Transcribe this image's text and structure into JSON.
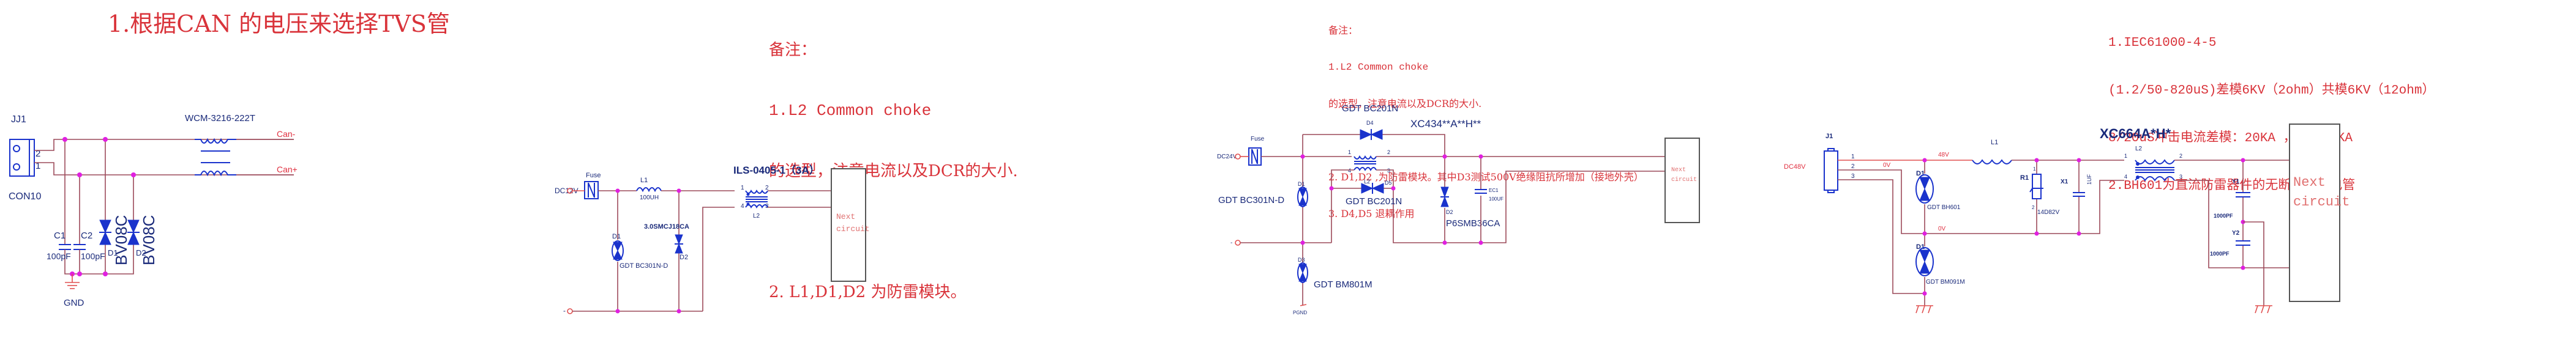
{
  "panel1": {
    "title": "1.根据CAN 的电压来选择TVS管",
    "connector_ref": "JJ1",
    "connector_value": "CON10",
    "pin2": "2",
    "pin1": "1",
    "choke_part": "WCM-3216-222T",
    "net_can_minus": "Can-",
    "net_can_plus": "Can+",
    "c1_ref": "C1",
    "c1_value": "100pF",
    "c2_ref": "C2",
    "c2_value": "100pF",
    "d1_ref": "D1",
    "d1_part": "BV08C",
    "d2_ref": "D2",
    "d2_part": "BV08C",
    "gnd_label": "GND"
  },
  "panel2": {
    "notes": [
      "备注：",
      "1.L2 Common choke",
      "的选型，注意电流以及DCR的大小.",
      "",
      "2. L1,D1,D2 为防雷模块。"
    ],
    "input_label": "DC12V",
    "return_label": "-",
    "fuse_label": "Fuse",
    "l1_ref": "L1",
    "l1_value": "100UH",
    "choke_part": "ILS-0405-1（3A）",
    "choke_ref": "L2",
    "choke_pins": [
      "1",
      "2",
      "3",
      "4"
    ],
    "tvs_part": "3.0SMCJ18CA",
    "tvs_ref": "D2",
    "gdt_ref": "D1",
    "gdt_part": "GDT BC301N-D",
    "next_box": [
      "Next",
      "circuit"
    ]
  },
  "panel3": {
    "notes": [
      "备注：",
      "1.L2 Common choke",
      "的选型，注意电流以及DCR的大小.",
      "",
      "2. D1,D2 ,为防雷模块。其中D3测试500V绝缘阻抗所增加（接地外壳）",
      "3. D4,D5 退耦作用"
    ],
    "input_label": "DC24V",
    "return_label": "-",
    "fuse_label": "Fuse",
    "d4_part": "GDT BC201N",
    "d4_ref": "D4",
    "choke_part": "XC434**A**H**",
    "choke_ref": "L2",
    "choke_pins": [
      "1",
      "2",
      "3",
      "4"
    ],
    "d5_ref": "D5",
    "d5_part": "GDT BC201N",
    "d1_ref": "D1",
    "d1_part": "GDT BC301N-D",
    "d2_ref": "D2",
    "d2_part": "P6SMB36CA",
    "ec1_ref": "EC1",
    "ec1_value": "100UF",
    "d3_ref": "D3",
    "d3_part": "GDT BM801M",
    "pgnd_label": "PGND",
    "next_box": [
      "Next",
      "circuit"
    ]
  },
  "panel4": {
    "notes": [
      "1.IEC61000-4-5",
      "(1.2/50-820uS)差模6KV（2ohm）共模6KV（12ohm）",
      "8/20uS冲击电流差模：20KA ，共模20KA",
      "2.BH601为直流防雷器件的无断续流放电管"
    ],
    "connector_ref": "J1",
    "input_label": "DC48V",
    "pins": [
      "1",
      "2",
      "3"
    ],
    "net_48v": "48V",
    "net_0v_top": "0V",
    "net_0v_bottom": "0V",
    "d1_ref": "D1",
    "d1_part": "GDT BH601",
    "d1b_ref": "D1",
    "d1b_part": "GDT BM091M",
    "l1_ref": "L1",
    "r1_ref": "R1",
    "r1_value": "14D82V",
    "r1_pins": [
      "1",
      "2"
    ],
    "x1_ref": "X1",
    "x1_value": "1UF",
    "choke_part": "XC664A*H*",
    "choke_ref": "L2",
    "choke_pins": [
      "1",
      "2",
      "3",
      "4"
    ],
    "y1_ref": "Y1",
    "y1_value": "1000PF",
    "y2_ref": "Y2",
    "y2_value": "1000PF",
    "next_box": [
      "Next",
      "circuit"
    ]
  },
  "colors": {
    "note_red": "#d9333a",
    "symbol_blue": "#1a33cc",
    "wire": "#9c4a5a",
    "junction": "#e020e0"
  }
}
